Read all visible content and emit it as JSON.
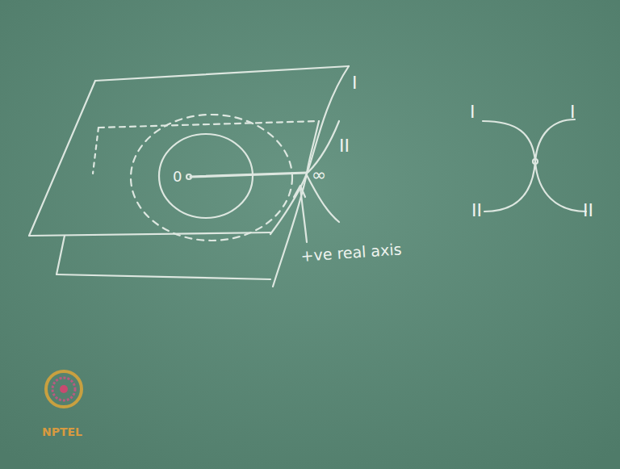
{
  "diagram": {
    "labels": [
      "I",
      "II",
      "0",
      "∞",
      "+ve real axis",
      "I",
      "I",
      "II",
      "II",
      "NPTEL"
    ]
  }
}
